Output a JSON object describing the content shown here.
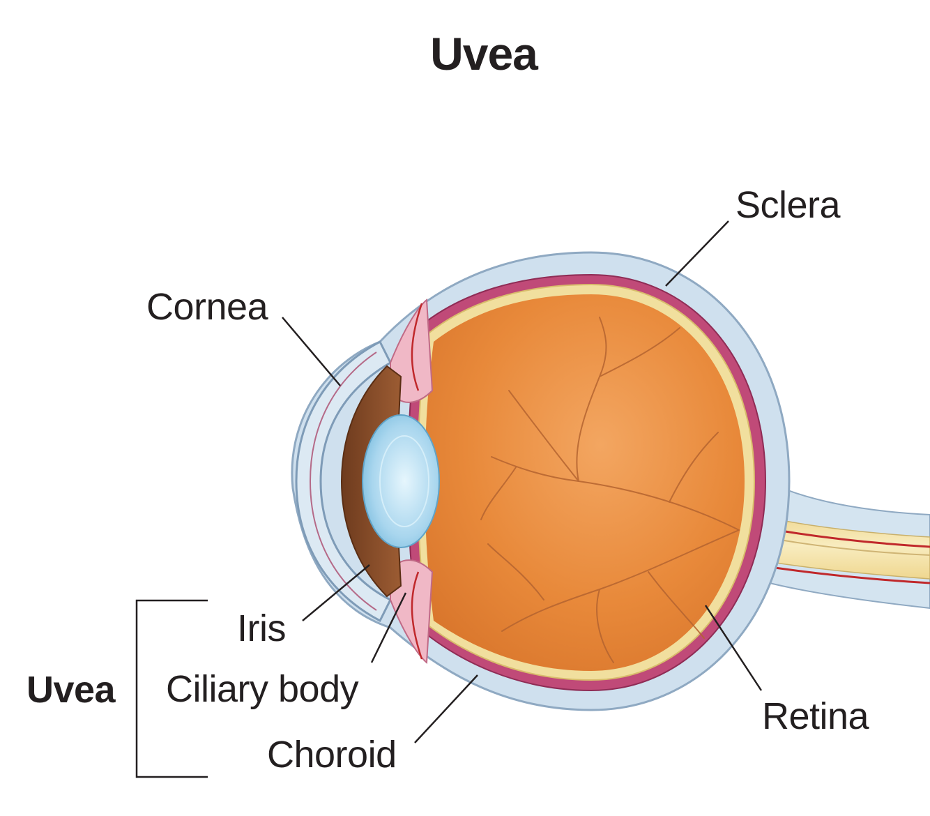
{
  "title": "Uvea",
  "labels": {
    "sclera": "Sclera",
    "cornea": "Cornea",
    "iris": "Iris",
    "ciliary_body": "Ciliary body",
    "choroid": "Choroid",
    "retina": "Retina"
  },
  "group_label": "Uvea",
  "colors": {
    "vitreous": "#e8893a",
    "sclera": "#cfe0ee",
    "lens": "#a9d6ee",
    "iris": "#8a4f2a",
    "choroid": "#c04a78",
    "retina_layer": "#f1df9e",
    "optic_nerve": "#f3e3a6",
    "vessels": "#c0282b",
    "leader_lines": "#231f20"
  }
}
